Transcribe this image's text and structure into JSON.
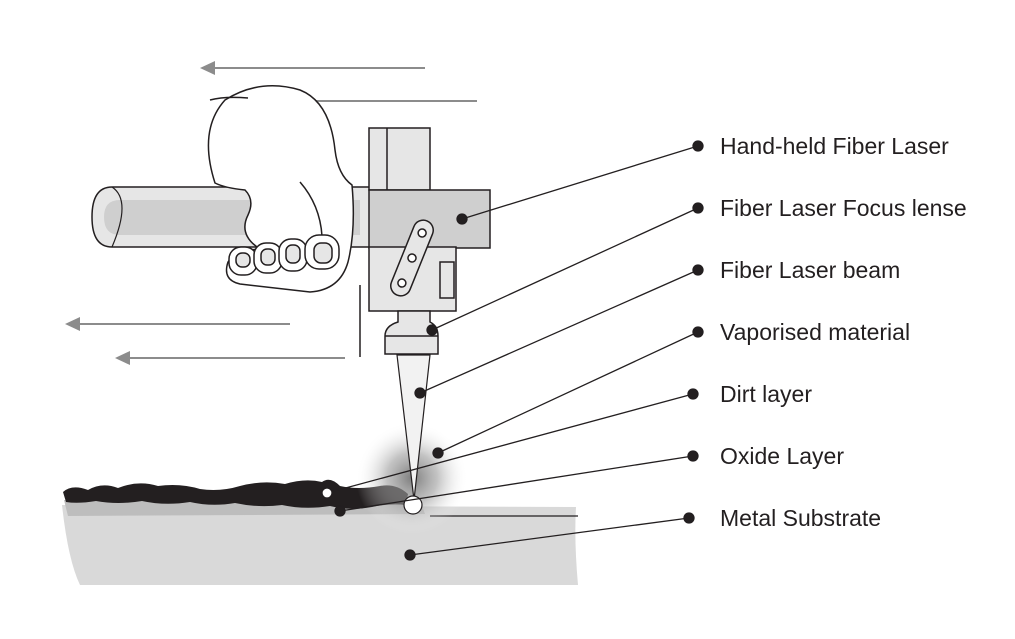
{
  "labels": [
    {
      "id": "hand-held-fiber-laser",
      "text": "Hand-held Fiber Laser"
    },
    {
      "id": "fiber-laser-focus-lense",
      "text": "Fiber Laser Focus lense"
    },
    {
      "id": "fiber-laser-beam",
      "text": "Fiber Laser beam"
    },
    {
      "id": "vaporised-material",
      "text": "Vaporised material"
    },
    {
      "id": "dirt-layer",
      "text": "Dirt layer"
    },
    {
      "id": "oxide-layer",
      "text": "Oxide Layer"
    },
    {
      "id": "metal-substrate",
      "text": "Metal Substrate"
    }
  ],
  "colors": {
    "line": "#231f20",
    "text": "#231f20",
    "substrate": "#d9d9d9",
    "oxide": "#bdbdbd",
    "dirt": "#231f20",
    "device_light": "#e6e6e6",
    "device_mid": "#cfcfcf",
    "arrow": "#8c8c8c",
    "glow": "#8a8a8a"
  },
  "icons": {
    "motion_arrows": "arrow-left-icon",
    "hand": "hand-icon",
    "laser_head": "laser-head-icon"
  }
}
